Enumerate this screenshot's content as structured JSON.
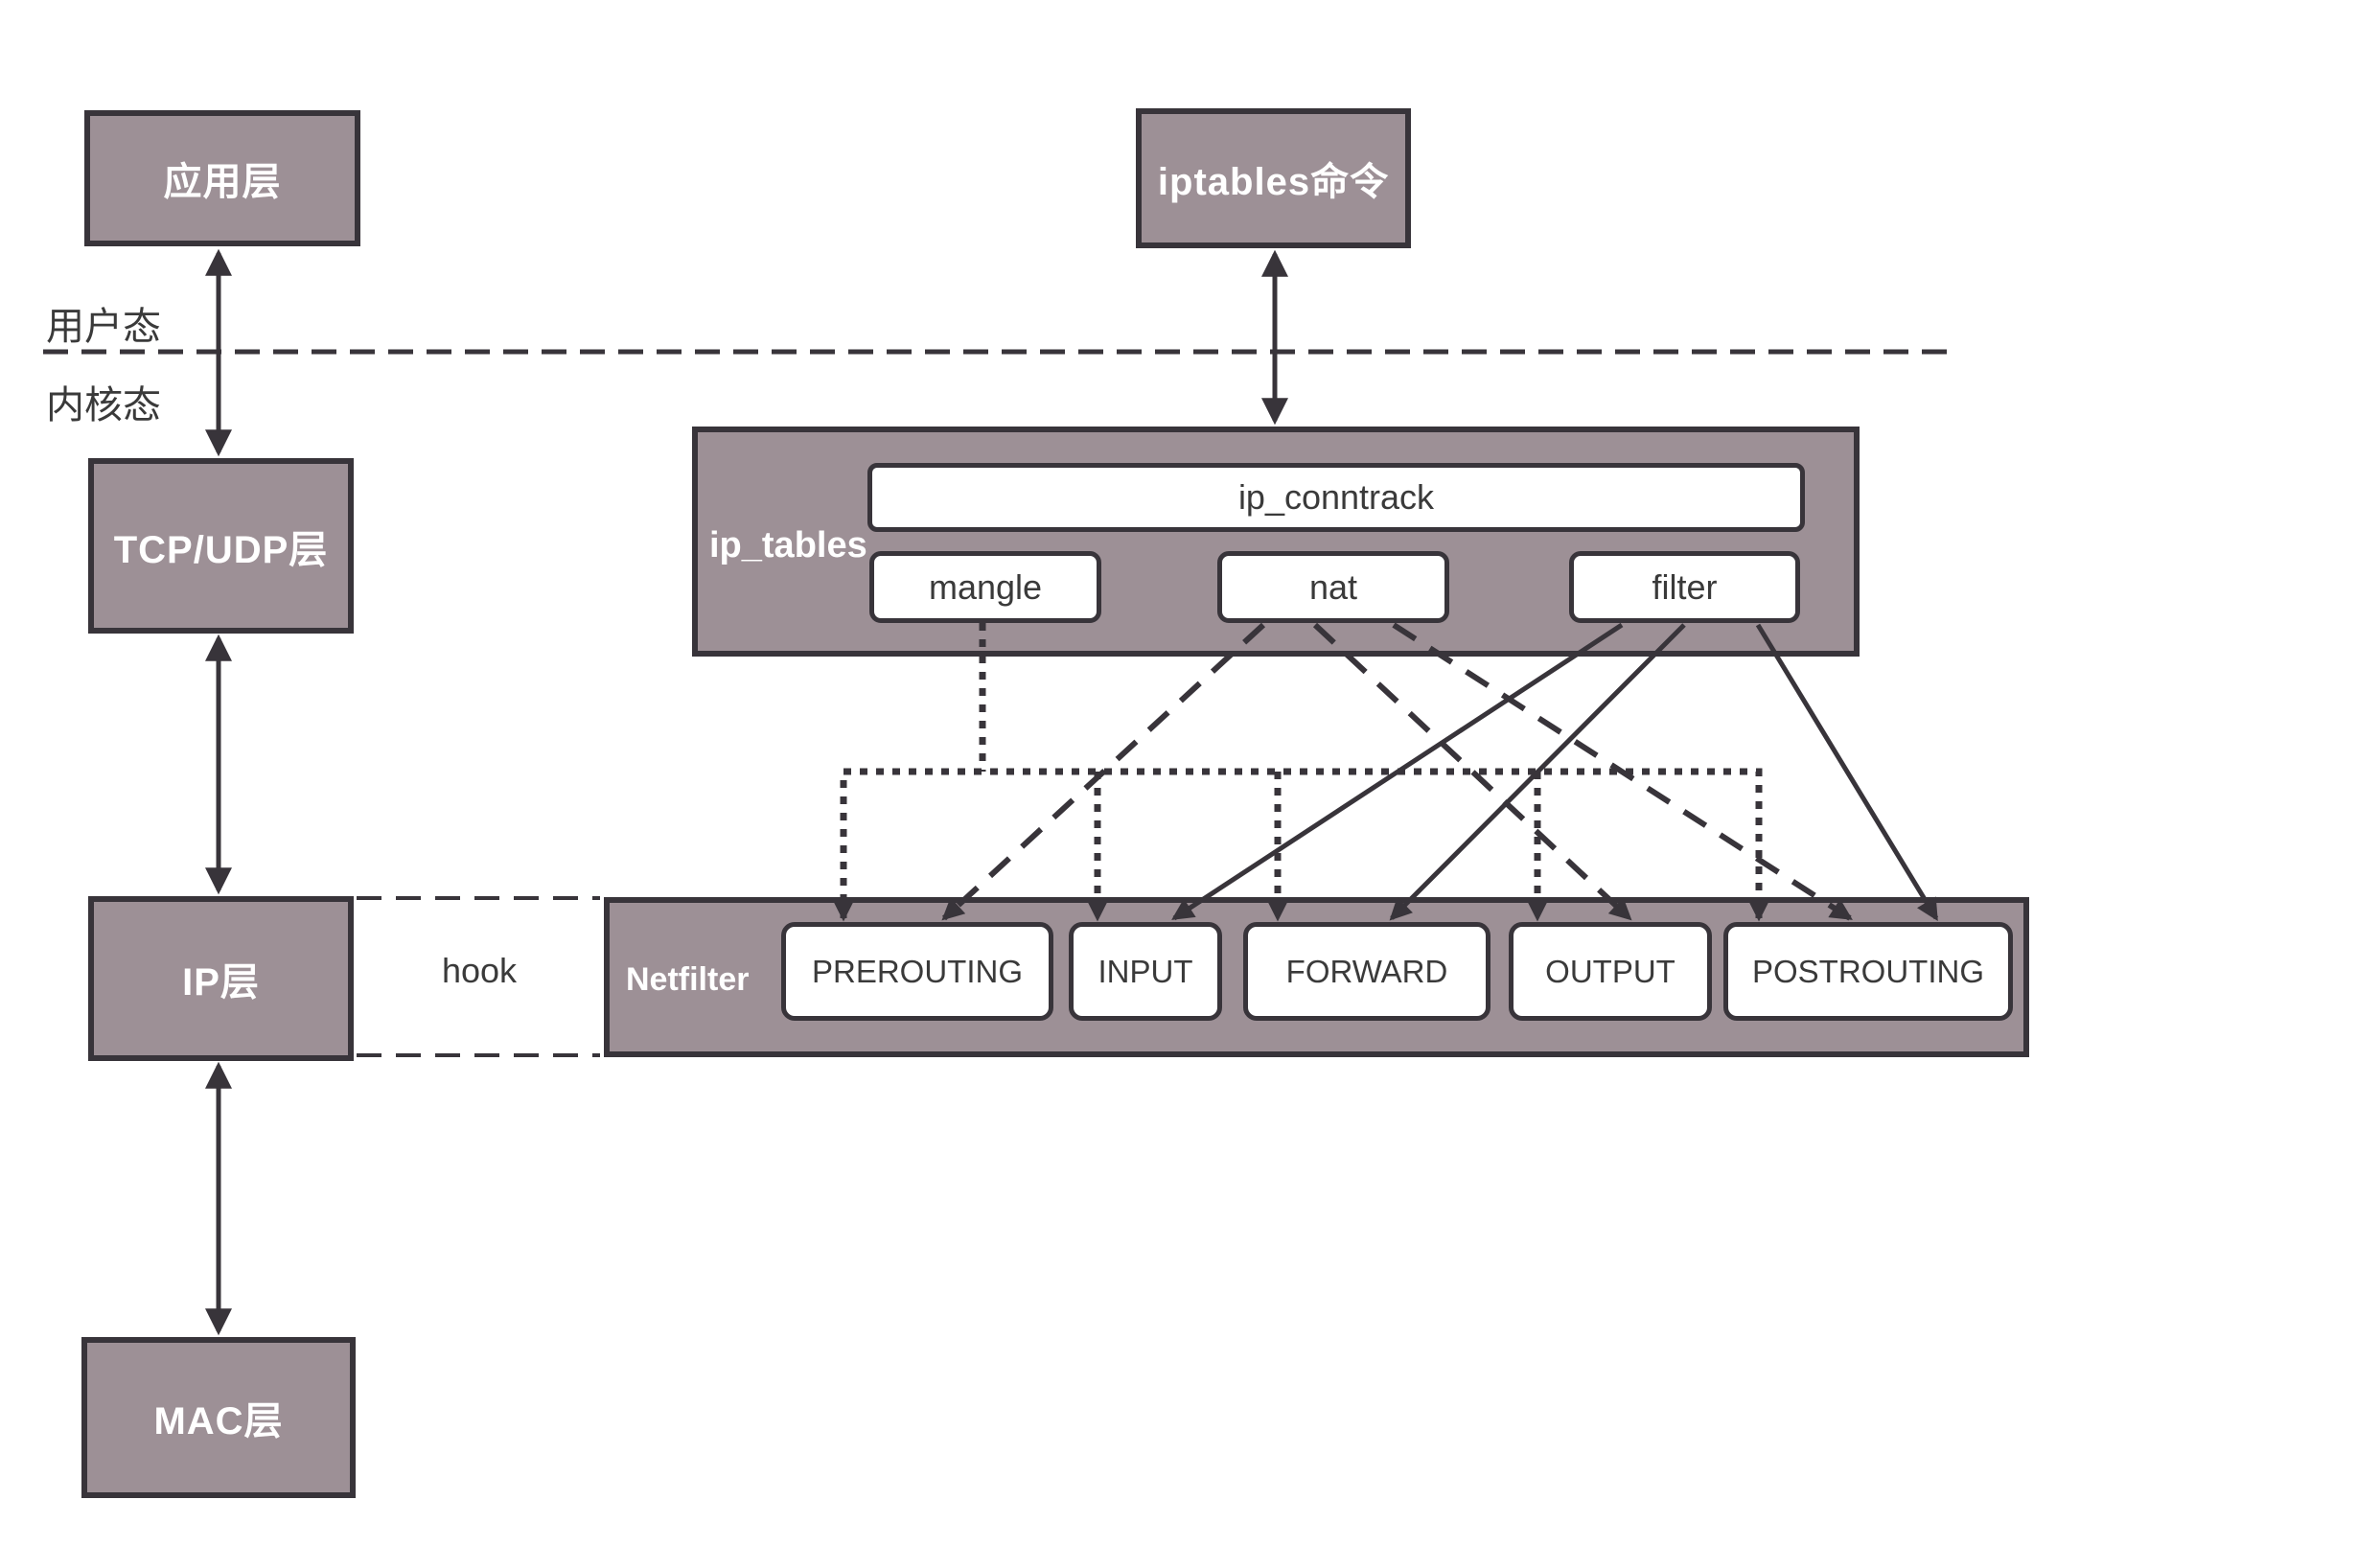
{
  "colors": {
    "box_fill": "#9d9096",
    "box_border": "#38343a",
    "inner_box_fill": "#ffffff",
    "dark_text": "#3a3a3a",
    "light_text": "#ffffff",
    "line_color": "#38343a",
    "background": "#ffffff"
  },
  "stack": {
    "app": "应用层",
    "tcp_udp": "TCP/UDP层",
    "ip": "IP层",
    "mac": "MAC层"
  },
  "modes": {
    "user": "用户态",
    "kernel": "内核态"
  },
  "commands": {
    "iptables": "iptables命令"
  },
  "ip_tables": {
    "label": "ip_tables",
    "conntrack_label": "ip_conntrack",
    "tables": {
      "mangle": "mangle",
      "nat": "nat",
      "filter": "filter"
    }
  },
  "netfilter": {
    "label": "Netfilter",
    "hook": "hook",
    "chains": {
      "prerouting": "PREROUTING",
      "input": "INPUT",
      "forward": "FORWARD",
      "output": "OUTPUT",
      "postrouting": "POSTROUTING"
    }
  },
  "edges": [
    {
      "from": "应用层",
      "to": "TCP/UDP层",
      "style": "solid",
      "arrows": "both"
    },
    {
      "from": "TCP/UDP层",
      "to": "IP层",
      "style": "solid",
      "arrows": "both"
    },
    {
      "from": "IP层",
      "to": "MAC层",
      "style": "solid",
      "arrows": "both"
    },
    {
      "from": "iptables命令",
      "to": "ip_tables",
      "style": "solid",
      "arrows": "both"
    },
    {
      "from": "IP层",
      "to": "Netfilter",
      "style": "dashed-corridor",
      "label": "hook"
    },
    {
      "from": "mangle",
      "to": [
        "PREROUTING",
        "INPUT",
        "FORWARD",
        "OUTPUT",
        "POSTROUTING"
      ],
      "style": "dotted"
    },
    {
      "from": "nat",
      "to": [
        "PREROUTING",
        "OUTPUT",
        "POSTROUTING"
      ],
      "style": "dashed"
    },
    {
      "from": "filter",
      "to": [
        "INPUT",
        "FORWARD",
        "POSTROUTING"
      ],
      "style": "solid"
    }
  ]
}
